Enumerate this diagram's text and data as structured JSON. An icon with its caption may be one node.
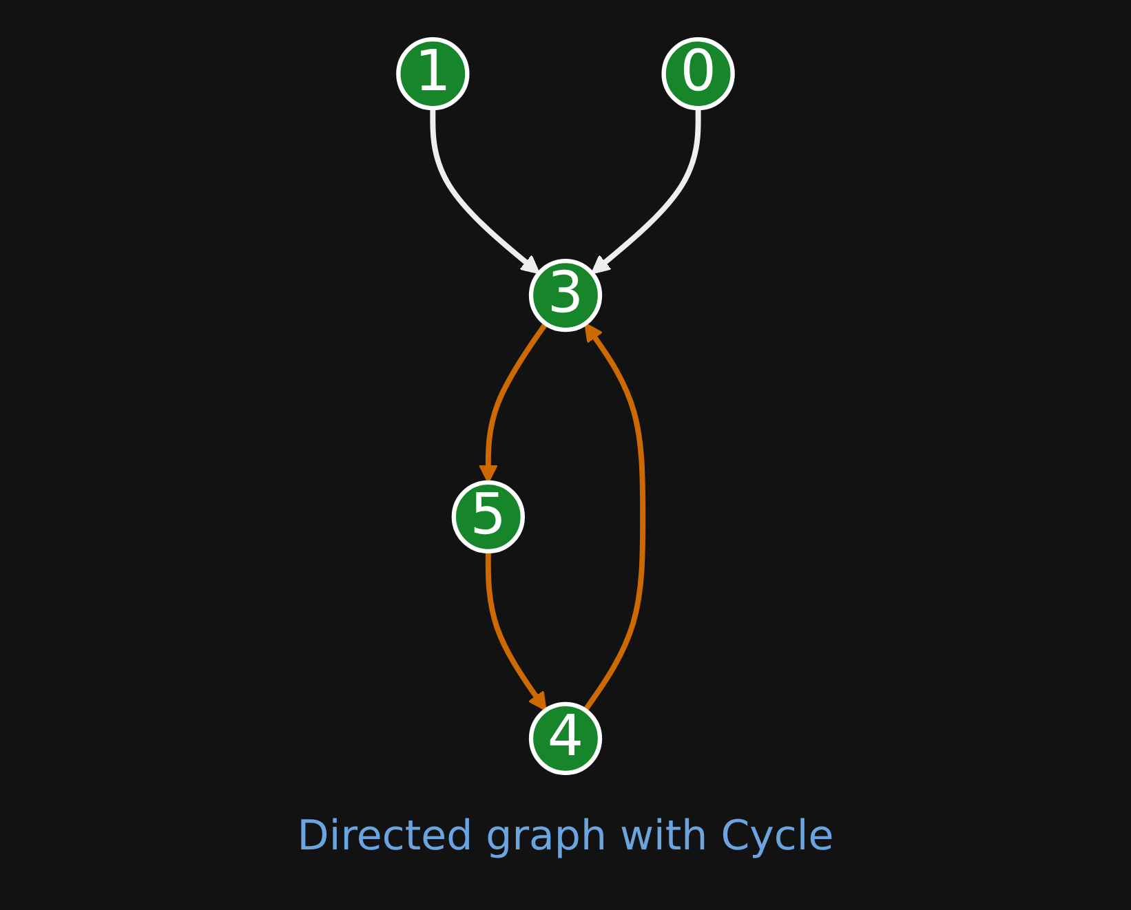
{
  "diagram": {
    "caption": "Directed graph with Cycle",
    "nodes": [
      {
        "text": [
          "3"
        ]
      },
      {
        "text": [
          "1"
        ]
      },
      {
        "text": [
          "4"
        ]
      },
      {
        "text": [
          "0"
        ]
      },
      {
        "text": [
          "5"
        ]
      }
    ],
    "edges": [
      {
        "from": 1,
        "to": 0,
        "arrow": "to",
        "color": "#eeeeee"
      },
      {
        "from": 3,
        "to": 0,
        "arrow": "to",
        "color": "#eeeeee"
      },
      {
        "from": 0,
        "to": 4,
        "arrow": "to",
        "color": "#cc6a00"
      },
      {
        "from": 4,
        "to": 2,
        "arrow": "to",
        "color": "#cc6a00"
      },
      {
        "from": 2,
        "to": 0,
        "arrow": "to",
        "color": "#cc6a00"
      }
    ]
  }
}
